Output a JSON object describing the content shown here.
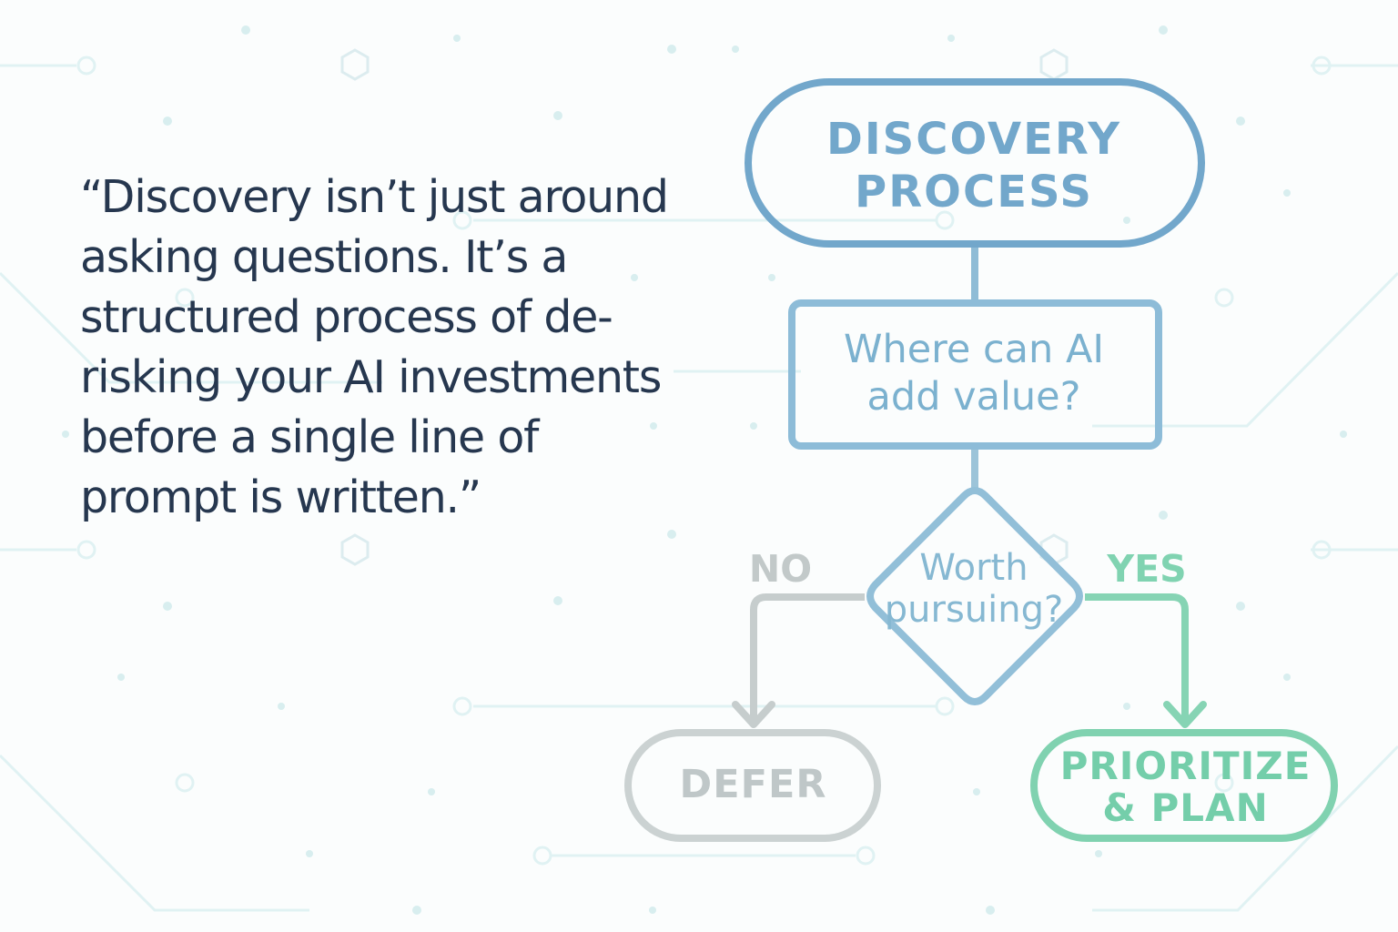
{
  "quote": {
    "lines": [
      "“Discovery isn’t just around",
      "asking questions. It’s a",
      "structured process of de-",
      "risking your AI investments",
      "before a single line of",
      "prompt is written.”"
    ]
  },
  "flowchart": {
    "start_label": "DISCOVERY\nPROCESS",
    "question_label": "Where can AI\nadd value?",
    "decision_label": "Worth\npursuing?",
    "no_label": "NO",
    "yes_label": "YES",
    "defer_label": "DEFER",
    "plan_label": "PRIORITIZE\n& PLAN"
  },
  "colors": {
    "quote_text": "#26374f",
    "start": "#72a7cb",
    "question": "#8bbbd8",
    "decision": "#90bcd6",
    "no_branch": "#c4cccc",
    "yes_branch": "#7fd2b0",
    "background_circuit": "#dcf0f1"
  }
}
